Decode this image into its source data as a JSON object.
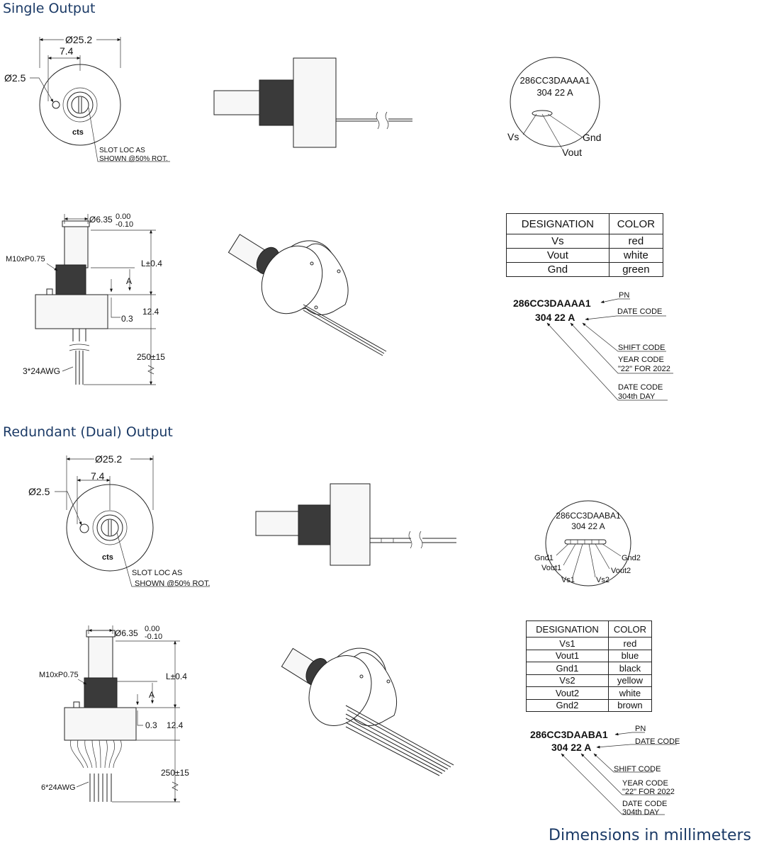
{
  "sections": {
    "single": "Single Output",
    "dual": "Redundant (Dual) Output"
  },
  "footer": "Dimensions in millimeters",
  "single": {
    "dims": {
      "dia_body": "Ø25.2",
      "offset": "7.4",
      "dia_hole": "Ø2.5",
      "logo": "cts",
      "slot_1": "SLOT LOC AS",
      "slot_2": "SHOWN @50% ROT.",
      "shaft_dia": "Ø6.35",
      "tol_hi": "0.00",
      "tol_lo": "-0.10",
      "thread": "M10xP0.75",
      "len": "L±0.4",
      "a": "A",
      "gap": "0.3",
      "height": "12.4",
      "lead": "250±15",
      "awg": "3*24AWG"
    },
    "marking": {
      "pn": "286CC3DAAAA1",
      "date": "304 22 A",
      "pins": [
        "Vs",
        "Vout",
        "Gnd"
      ]
    },
    "table": {
      "headers": [
        "DESIGNATION",
        "COLOR"
      ],
      "rows": [
        [
          "Vs",
          "red"
        ],
        [
          "Vout",
          "white"
        ],
        [
          "Gnd",
          "green"
        ]
      ]
    },
    "legend": {
      "pn_text": "286CC3DAAAA1",
      "date_text": "304 22 A",
      "pn": "PN",
      "date_code": "DATE CODE",
      "shift_code": "SHIFT CODE",
      "year_1": "YEAR CODE",
      "year_2": "\"22\" FOR 2022",
      "day_1": "DATE CODE",
      "day_2": "304th DAY"
    }
  },
  "dual": {
    "dims": {
      "dia_body": "Ø25.2",
      "offset": "7.4",
      "dia_hole": "Ø2.5",
      "logo": "cts",
      "slot_1": "SLOT LOC AS",
      "slot_2": "SHOWN @50% ROT.",
      "shaft_dia": "Ø6.35",
      "tol_hi": "0.00",
      "tol_lo": "-0.10",
      "thread": "M10xP0.75",
      "len": "L±0.4",
      "a": "A",
      "gap": "0.3",
      "height": "12.4",
      "lead": "250±15",
      "awg": "6*24AWG"
    },
    "marking": {
      "pn": "286CC3DAABA1",
      "date": "304 22 A",
      "pins": [
        "Gnd1",
        "Vout1",
        "Vs1",
        "Vs2",
        "Vout2",
        "Gnd2"
      ]
    },
    "table": {
      "headers": [
        "DESIGNATION",
        "COLOR"
      ],
      "rows": [
        [
          "Vs1",
          "red"
        ],
        [
          "Vout1",
          "blue"
        ],
        [
          "Gnd1",
          "black"
        ],
        [
          "Vs2",
          "yellow"
        ],
        [
          "Vout2",
          "white"
        ],
        [
          "Gnd2",
          "brown"
        ]
      ]
    },
    "legend": {
      "pn_text": "286CC3DAABA1",
      "date_text": "304 22 A",
      "pn": "PN",
      "date_code": "DATE CODE",
      "shift_code": "SHIFT CODE",
      "year_1": "YEAR CODE",
      "year_2": "\"22\" FOR 2022",
      "day_1": "DATE CODE",
      "day_2": "304th DAY"
    }
  },
  "colors": {
    "heading": "#1b3a66",
    "line": "#222222",
    "body_fill": "#f7f7f7",
    "thread": "#3a3a3a"
  }
}
